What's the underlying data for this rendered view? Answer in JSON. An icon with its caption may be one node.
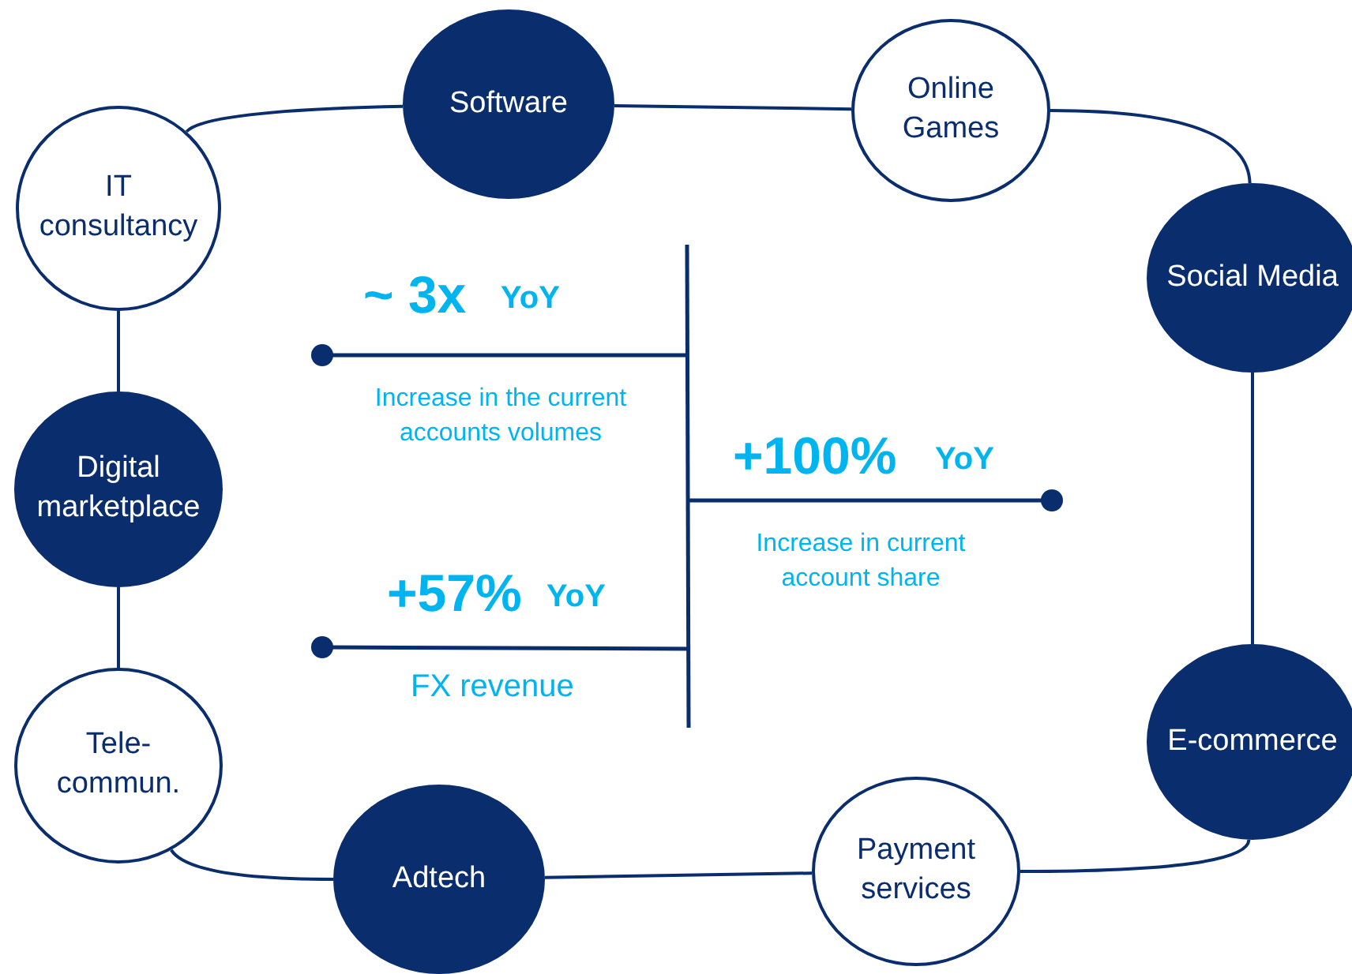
{
  "diagram": {
    "nodes": [
      {
        "text": [
          "IT consultancy"
        ]
      },
      {
        "text": [
          "Software"
        ]
      },
      {
        "text": [
          "Online Games"
        ]
      },
      {
        "text": [
          "Social Media"
        ]
      },
      {
        "text": [
          "Digital marketplace"
        ]
      },
      {
        "text": [
          "E-commerce"
        ]
      },
      {
        "text": [
          "Tele-commun."
        ]
      },
      {
        "text": [
          "Payment services"
        ]
      },
      {
        "text": [
          "Adtech"
        ]
      }
    ],
    "edges": [
      {
        "from": 0,
        "to": 1,
        "arrow": "none"
      },
      {
        "from": 1,
        "to": 2,
        "arrow": "none"
      },
      {
        "from": 2,
        "to": 3,
        "arrow": "none"
      },
      {
        "from": 3,
        "to": 5,
        "arrow": "none"
      },
      {
        "from": 5,
        "to": 7,
        "arrow": "none"
      },
      {
        "from": 7,
        "to": 8,
        "arrow": "none"
      },
      {
        "from": 8,
        "to": 6,
        "arrow": "none"
      },
      {
        "from": 6,
        "to": 4,
        "arrow": "none"
      },
      {
        "from": 4,
        "to": 0,
        "arrow": "none"
      }
    ],
    "labels": [
      "~ 3x",
      "YoY",
      "Increase in the current accounts volumes",
      "+100%",
      "YoY",
      "Increase in current account share",
      "+57%",
      "YoY",
      "FX revenue"
    ]
  }
}
